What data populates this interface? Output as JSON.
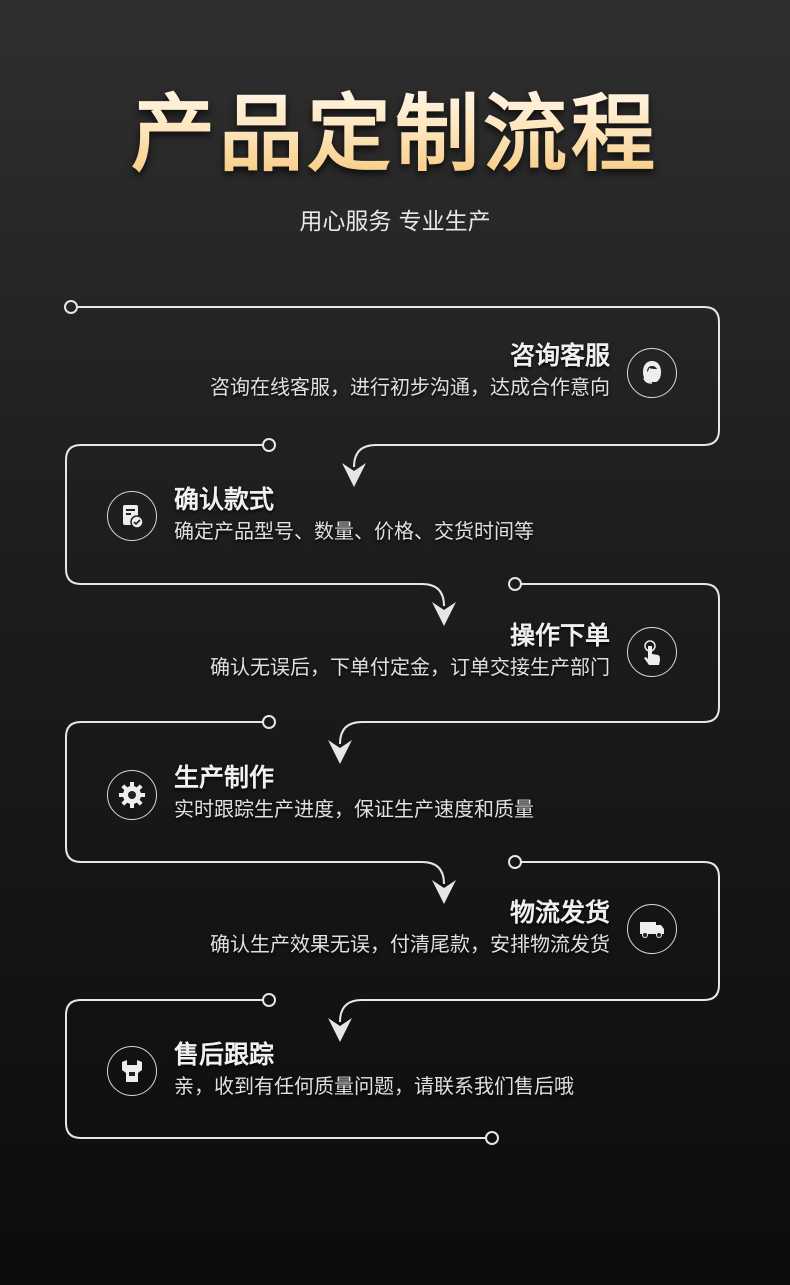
{
  "header": {
    "title": "产品定制流程",
    "subtitle": "用心服务 专业生产"
  },
  "steps": [
    {
      "title": "咨询客服",
      "desc": "咨询在线客服，进行初步沟通，达成合作意向",
      "icon": "customer-service-icon"
    },
    {
      "title": "确认款式",
      "desc": "确定产品型号、数量、价格、交货时间等",
      "icon": "document-check-icon"
    },
    {
      "title": "操作下单",
      "desc": "确认无误后，下单付定金，订单交接生产部门",
      "icon": "hand-tap-icon"
    },
    {
      "title": "生产制作",
      "desc": "实时跟踪生产进度，保证生产速度和质量",
      "icon": "gear-icon"
    },
    {
      "title": "物流发货",
      "desc": "确认生产效果无误，付清尾款，安排物流发货",
      "icon": "truck-icon"
    },
    {
      "title": "售后跟踪",
      "desc": "亲，收到有任何质量问题，请联系我们售后哦",
      "icon": "wrench-icon"
    }
  ],
  "colors": {
    "line": "#e6e6e6",
    "title_top": "#fff7ea",
    "title_bottom": "#f5c778"
  }
}
